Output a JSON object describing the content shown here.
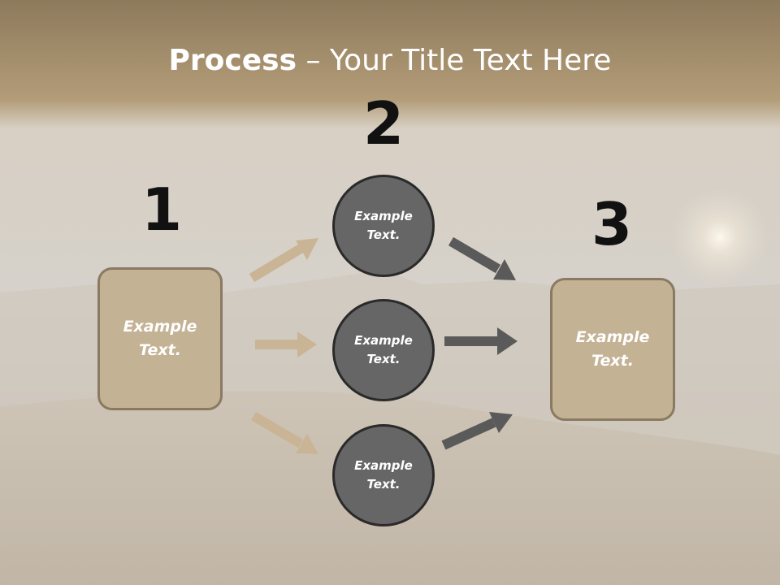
{
  "slide": {
    "title_bold": "Process",
    "title_rest": " – Your Title Text Here"
  },
  "steps": {
    "n1": "1",
    "n2": "2",
    "n3": "3"
  },
  "nodes": {
    "left_box": [
      "Example",
      "Text."
    ],
    "circle_top": [
      "Example",
      "Text."
    ],
    "circle_mid": [
      "Example",
      "Text."
    ],
    "circle_bottom": [
      "Example",
      "Text."
    ],
    "right_box": [
      "Example",
      "Text."
    ]
  },
  "colors": {
    "box_fill": "#c4b295",
    "box_border": "#8a7a62",
    "circle_fill": "#666666",
    "circle_border": "#2a2a2a",
    "arrow_tan": "#c9b595",
    "arrow_gray": "#5a5a5a"
  }
}
